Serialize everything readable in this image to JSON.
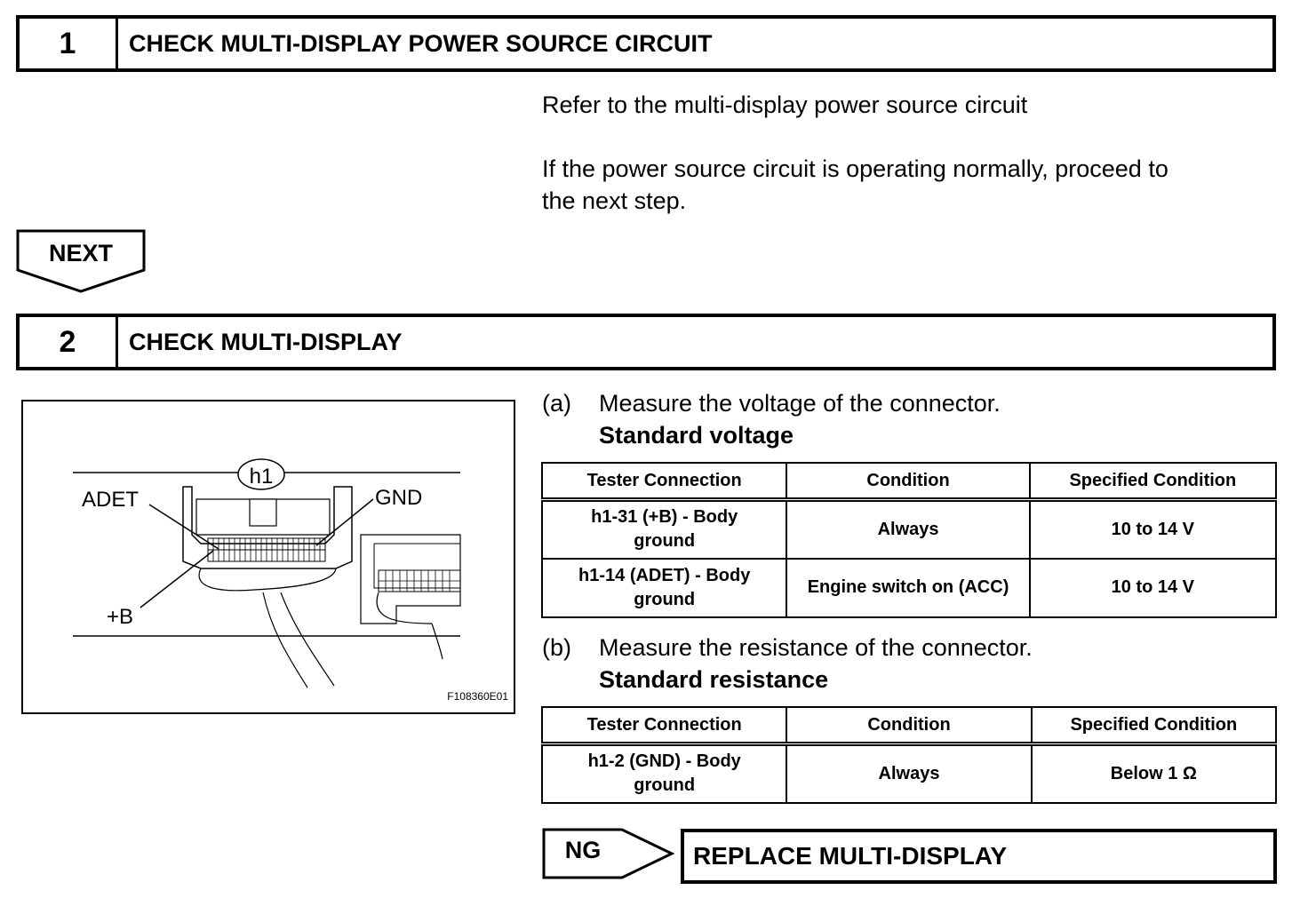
{
  "step1": {
    "number": "1",
    "title": "CHECK MULTI-DISPLAY POWER SOURCE CIRCUIT",
    "para1": "Refer to the multi-display power source circuit",
    "para2_line1": "If the power source circuit is operating normally, proceed to",
    "para2_line2": "the next step."
  },
  "next": {
    "label": "NEXT"
  },
  "step2": {
    "number": "2",
    "title": "CHECK MULTI-DISPLAY",
    "figure": {
      "connector_label": "h1",
      "label_adet": "ADET",
      "label_gnd": "GND",
      "label_b": "+B",
      "figure_id": "F108360E01"
    },
    "sub_a": {
      "tag": "(a)",
      "text": "Measure the voltage of the connector.",
      "standard": "Standard voltage",
      "headers": [
        "Tester Connection",
        "Condition",
        "Specified Condition"
      ],
      "rows": [
        {
          "conn_line1": "h1-31 (+B) - Body",
          "conn_line2": "ground",
          "condition": "Always",
          "spec": "10 to 14 V"
        },
        {
          "conn_line1": "h1-14 (ADET) - Body",
          "conn_line2": "ground",
          "condition": "Engine switch on (ACC)",
          "spec": "10 to 14 V"
        }
      ]
    },
    "sub_b": {
      "tag": "(b)",
      "text": "Measure the resistance of the connector.",
      "standard": "Standard resistance",
      "headers": [
        "Tester Connection",
        "Condition",
        "Specified Condition"
      ],
      "rows": [
        {
          "conn_line1": "h1-2 (GND) - Body",
          "conn_line2": "ground",
          "condition": "Always",
          "spec": "Below 1 Ω"
        }
      ]
    },
    "ng": {
      "label": "NG"
    },
    "result": "REPLACE MULTI-DISPLAY"
  }
}
